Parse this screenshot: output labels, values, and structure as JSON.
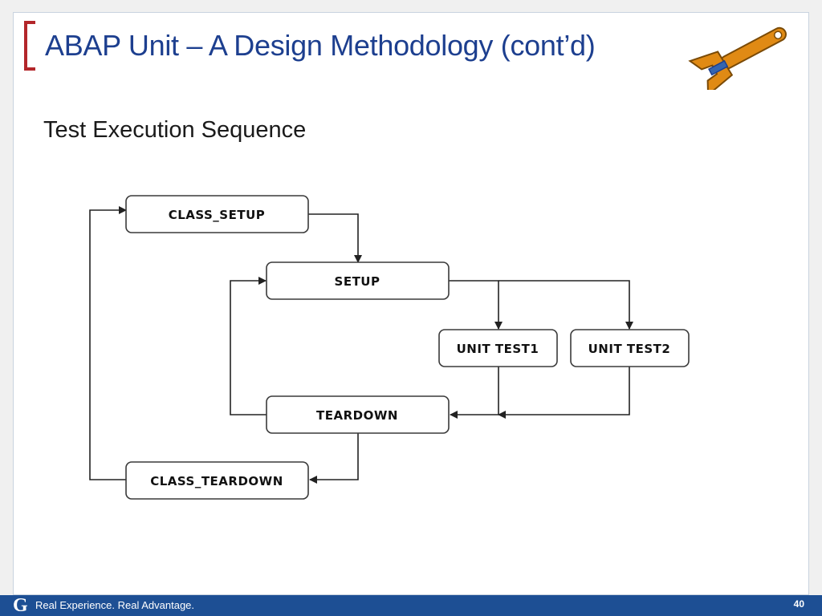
{
  "slide": {
    "title": "ABAP Unit – A Design Methodology (cont’d)",
    "subtitle": "Test Execution Sequence",
    "page_number": "40"
  },
  "footer": {
    "tagline": "Real Experience. Real Advantage.",
    "logo_letter": "G"
  },
  "diagram": {
    "nodes": {
      "class_setup": "CLASS_SETUP",
      "setup": "SETUP",
      "unit_test1": "UNIT TEST1",
      "unit_test2": "UNIT TEST2",
      "teardown": "TEARDOWN",
      "class_teardown": "CLASS_TEARDOWN"
    }
  },
  "colors": {
    "title": "#1d3f8f",
    "bracket": "#b3262a",
    "footer_bar": "#1d4f94"
  },
  "icons": {
    "decoration": "wrench-icon"
  }
}
